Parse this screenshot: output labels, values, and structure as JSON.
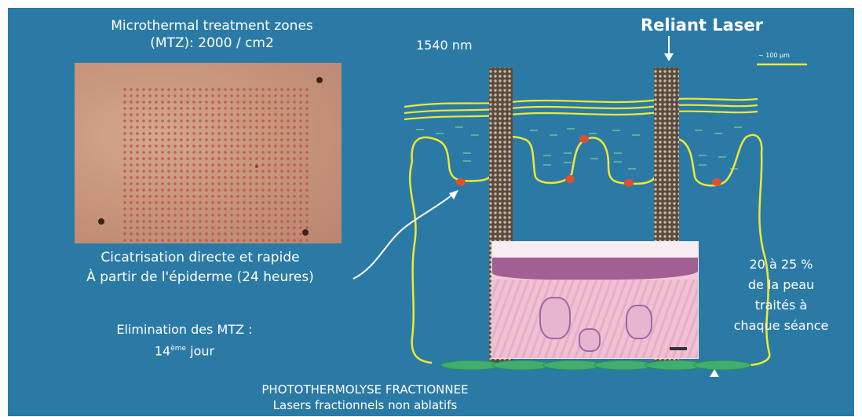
{
  "mtz": {
    "title_line1": "Microthermal  treatment zones",
    "title_line2": "(MTZ): 2000 / cm2"
  },
  "wavelength": "1540 nm",
  "laser_title": "Reliant Laser",
  "scale_label": "~ 100 µm",
  "healing": {
    "line1": "Cicatrisation directe et rapide",
    "line2": "À partir de l'épiderme (24 heures)"
  },
  "elimination": {
    "line1": "Elimination des  MTZ :",
    "day_prefix": "14",
    "day_suffix": "ème",
    "day_word": "jour"
  },
  "percentage": {
    "line1": "20 à 25 %",
    "line2": "de la peau",
    "line3": "traités à",
    "line4": "chaque séance"
  },
  "footer": {
    "line1": "PHOTOTHERMOLYSE  FRACTIONNEE",
    "line2": "Lasers fractionnels non ablatifs"
  },
  "colors": {
    "background": "#2b7aa6",
    "skin_outline": "#f0e830",
    "epidermis_marks": "#7fd08a",
    "lesion": "#e0502c",
    "beam": "#5a4a3e",
    "base_band": "#3fae6e"
  }
}
